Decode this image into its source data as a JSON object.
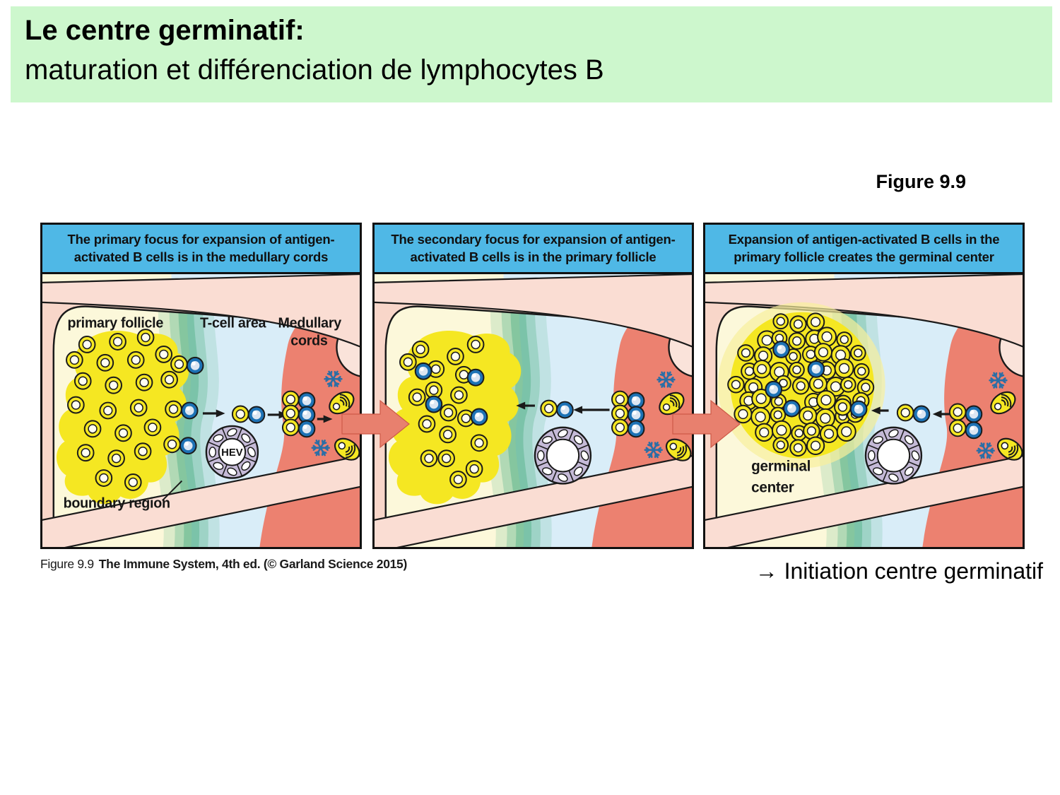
{
  "slide": {
    "banner": {
      "bg": "#CDF7CD",
      "title_bold": "Le centre germinatif:",
      "title_regular": "maturation et différenciation de lymphocytes B"
    },
    "figure_ref": "Figure 9.9",
    "caption_label": "Figure 9.9",
    "caption_text": "The Immune System, 4th ed. (© Garland Science 2015)",
    "annotation": "→ Initiation centre germinatif"
  },
  "figure": {
    "panels": [
      {
        "header": "The primary focus for expansion of antigen-activated B cells is in the medullary cords",
        "labels": {
          "primary_follicle": "primary follicle",
          "t_cell_area": "T-cell area",
          "medullary_line1": "Medullary",
          "medullary_line2": "cords",
          "boundary_region": "boundary region",
          "hev": "HEV"
        }
      },
      {
        "header": "The secondary focus for expansion of antigen-activated B cells is in the primary follicle",
        "labels": {}
      },
      {
        "header": "Expansion of antigen-activated B cells in the primary follicle creates the germinal center",
        "labels": {
          "germinal_line1": "germinal",
          "germinal_line2": "center"
        }
      }
    ],
    "colors": {
      "panel_header_bg": "#4FB8E6",
      "outer_pink": "#F8D6C9",
      "sinus_band": "#FADDD3",
      "notch_pink": "#FAE3DA",
      "cortex_pale_yellow": "#FCF8DA",
      "follicle_yellow": "#F5E722",
      "t_cell_blue": "#D9EDF8",
      "boundary_green": "#4FAF85",
      "medulla_salmon": "#EC8170",
      "b_cell_yellow": "#F5E722",
      "b_cell_center": "#FFFDF2",
      "activated_cell_blue": "#1D72B5",
      "activated_cell_center": "#DCE6F2",
      "hev_purple": "#C5BAD7",
      "antibody_blue": "#2B6EA6",
      "inter_panel_arrow": "#E8806E",
      "outline_black": "#1A1A1A"
    }
  }
}
